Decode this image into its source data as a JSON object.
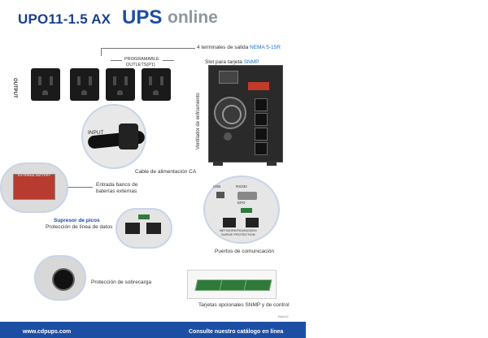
{
  "header": {
    "model": "UPO11-1.5 AX",
    "ups": "UPS",
    "online": "online"
  },
  "labels": {
    "output": "OUTPUT",
    "programable": "PROGRAMABLE",
    "outlets": "OUTLETS(P1)",
    "terminals_prefix": "4 terminales de salida ",
    "terminals_highlight": "NEMA 5-15R",
    "snmp_prefix": "Slot para tarjeta ",
    "snmp_highlight": "SNMP",
    "fan": "Ventilador de enfriamiento",
    "input": "INPUT",
    "power_cable": "Cable de alimentación CA",
    "ext_battery_tag": "EXTERNAL BATTERY",
    "battery_entry": "Entrada banco de baterías externas",
    "surge_title": "Supresor de picos",
    "surge_desc": "Protección de línea de datos",
    "overload": "Protección de sobrecarga",
    "comm_ports": "Puertos de comunicación",
    "usb": "USB",
    "rs232": "RS232",
    "epo": "EPO",
    "network": "NETWORK/FAX/MODEM",
    "surge_protect": "SURGE PROTECTION",
    "snmp_cards": "Tarjetas opcionales SNMP y de control",
    "page_code": "BMn02"
  },
  "footer": {
    "website": "www.cdpups.com",
    "catalog": "Consulte nuestro catálogo en línea"
  },
  "colors": {
    "brand_blue": "#1b4fa0",
    "accent_blue": "#1f6fc5",
    "gray_text": "#8f979e"
  }
}
